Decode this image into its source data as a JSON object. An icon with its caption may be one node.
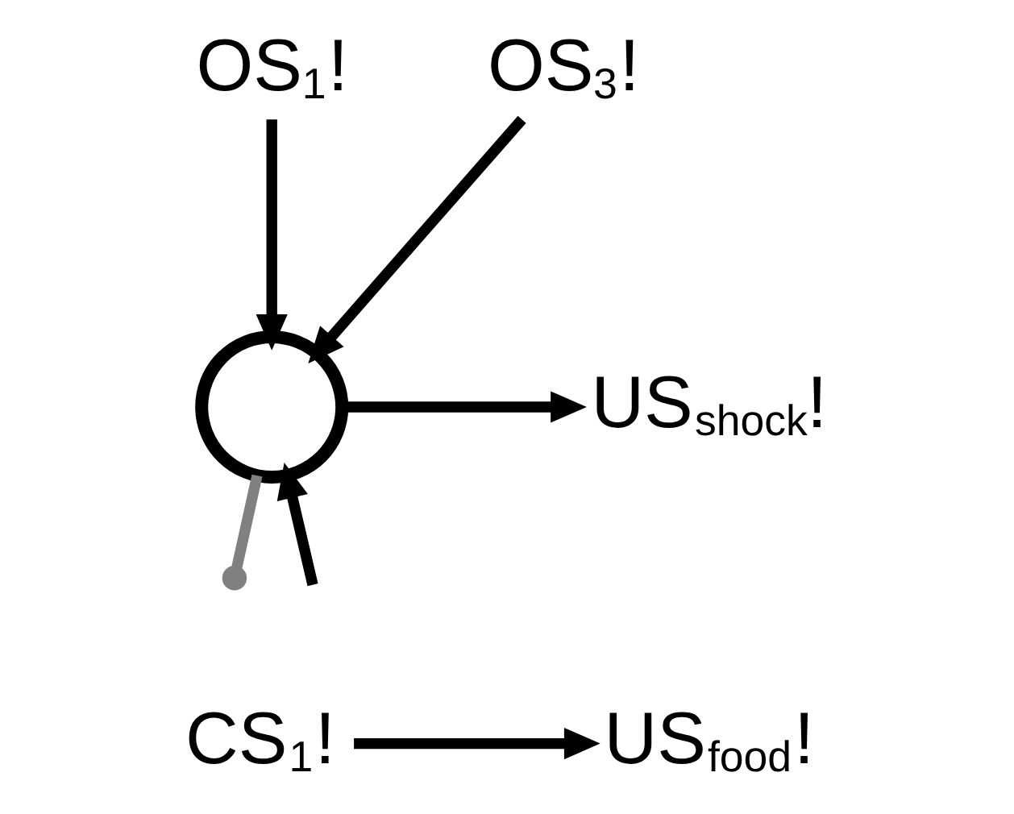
{
  "diagram": {
    "nodes": [
      {
        "text": [
          "OS$_{1}$!"
        ]
      },
      {
        "text": [
          "OS$_{3}$!"
        ]
      },
      {
        "text": [],
        "shape": "circle"
      },
      {
        "text": [
          "US$_{shock}$!"
        ]
      },
      {
        "text": [
          "CS$_{1}$!"
        ]
      },
      {
        "text": [
          "US$_{food}$!"
        ]
      }
    ],
    "edges": [
      {
        "from": 0,
        "to": 2,
        "arrow": "to"
      },
      {
        "from": 1,
        "to": 2,
        "arrow": "to"
      },
      {
        "from": 2,
        "to": 3,
        "arrow": "to"
      },
      {
        "from": 2,
        "to": null,
        "arrow": "other",
        "color": "#808080"
      },
      {
        "from": null,
        "to": 2,
        "arrow": "to"
      },
      {
        "from": 4,
        "to": 5,
        "arrow": "to"
      }
    ]
  }
}
